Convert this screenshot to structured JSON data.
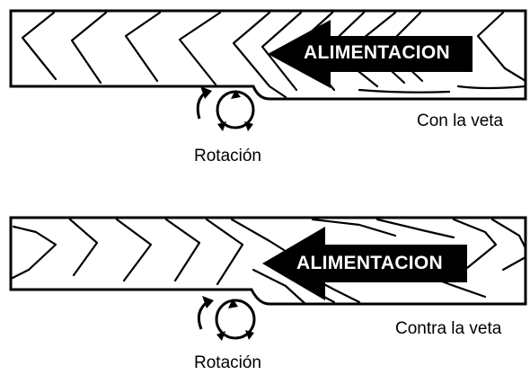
{
  "panels": [
    {
      "id": "with-grain",
      "feed_label": "ALIMENTACION",
      "rotation_label": "Rotación",
      "grain_label": "Con la veta",
      "icon": "rotation-arrow-icon"
    },
    {
      "id": "against-grain",
      "feed_label": "ALIMENTACION",
      "rotation_label": "Rotación",
      "grain_label": "Contra la veta",
      "icon": "rotation-arrow-icon"
    }
  ]
}
